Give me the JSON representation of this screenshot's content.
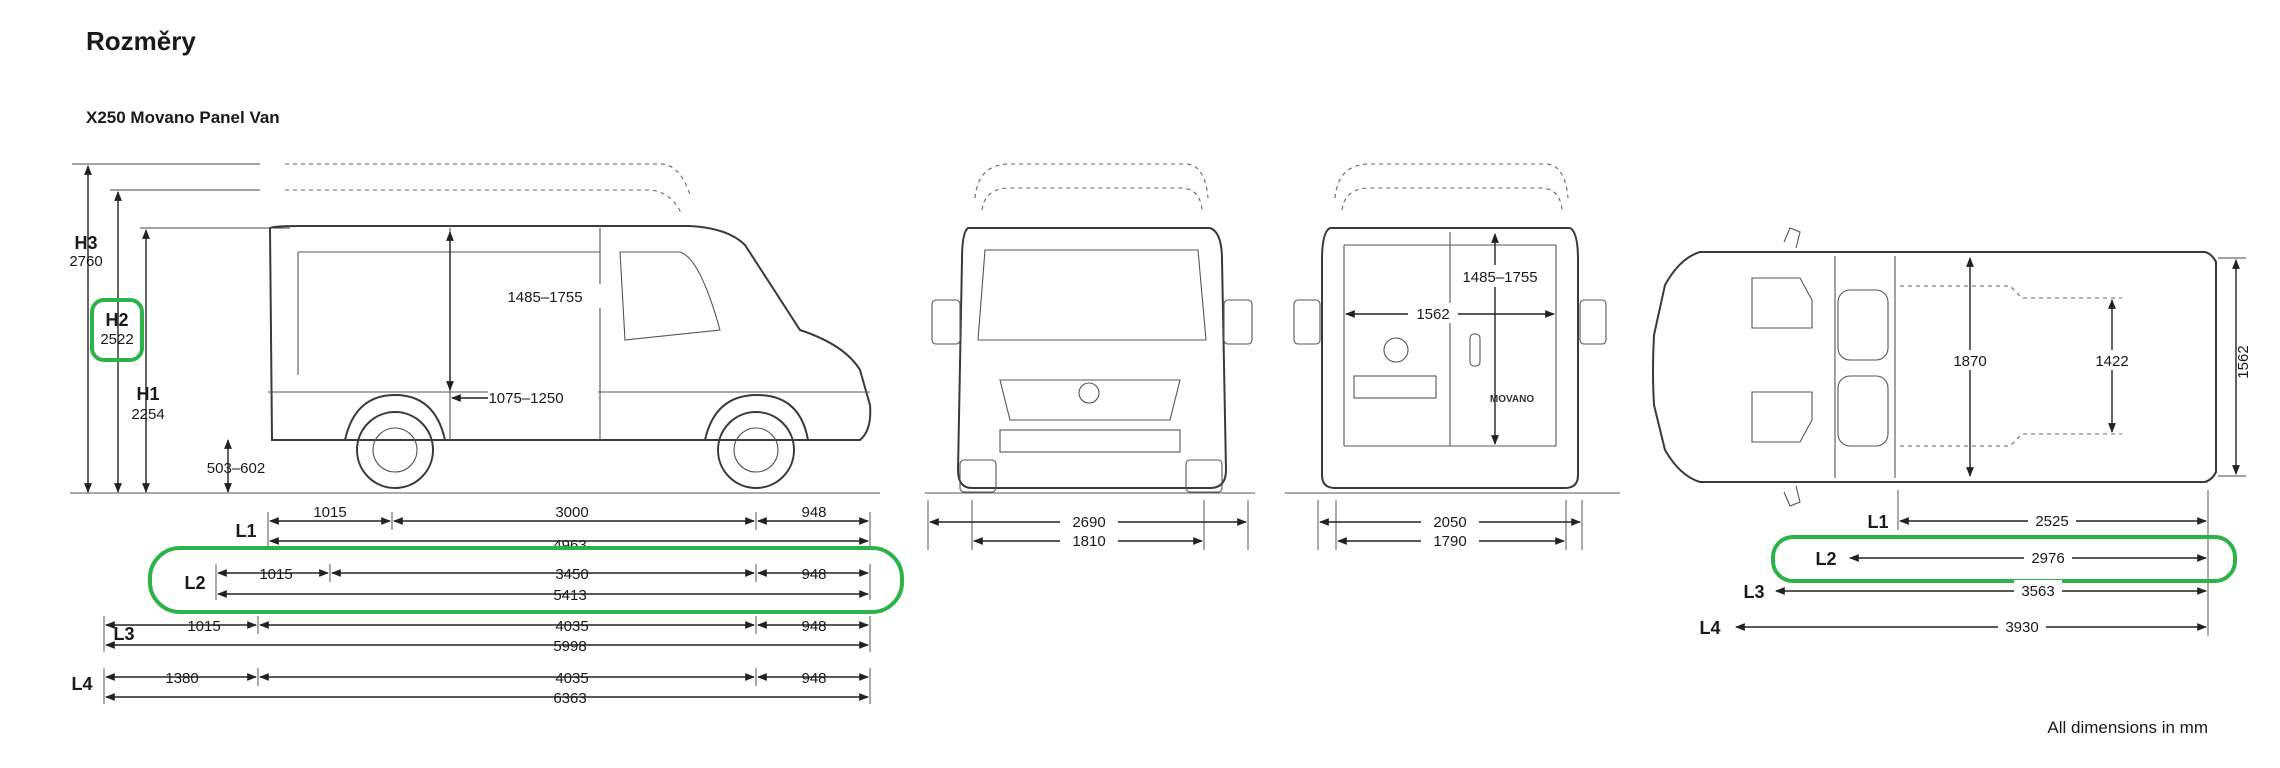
{
  "page": {
    "title": "Rozměry",
    "subtitle": "X250 Movano Panel Van",
    "footnote": "All dimensions in mm"
  },
  "side_view": {
    "heights": [
      {
        "name": "H3",
        "value": "2760"
      },
      {
        "name": "H2",
        "value": "2522"
      },
      {
        "name": "H1",
        "value": "2254"
      }
    ],
    "ground_clearance": "503–602",
    "cargo_height": "1485–1755",
    "side_door_width": "1075–1250",
    "rows": [
      {
        "name": "L1",
        "front": "1015",
        "wheelbase": "3000",
        "rear": "948",
        "total": "4963"
      },
      {
        "name": "L2",
        "front": "1015",
        "wheelbase": "3450",
        "rear": "948",
        "total": "5413"
      },
      {
        "name": "L3",
        "front": "1015",
        "wheelbase": "4035",
        "rear": "948",
        "total": "5998"
      },
      {
        "name": "L4",
        "front": "1380",
        "wheelbase": "4035",
        "rear": "948",
        "total": "6363"
      }
    ]
  },
  "front_view": {
    "width_mirrors": "2690",
    "track": "1810"
  },
  "rear_view": {
    "width": "2050",
    "track": "1790",
    "door_height": "1485–1755",
    "door_width": "1562",
    "brand_text": "MOVANO"
  },
  "top_view": {
    "cargo_width": "1870",
    "between_arches": "1422",
    "rear_width": "1562",
    "rows": [
      {
        "name": "L1",
        "value": "2525"
      },
      {
        "name": "L2",
        "value": "2976"
      },
      {
        "name": "L3",
        "value": "3563"
      },
      {
        "name": "L4",
        "value": "3930"
      }
    ]
  },
  "highlight_color": "#2db24a"
}
